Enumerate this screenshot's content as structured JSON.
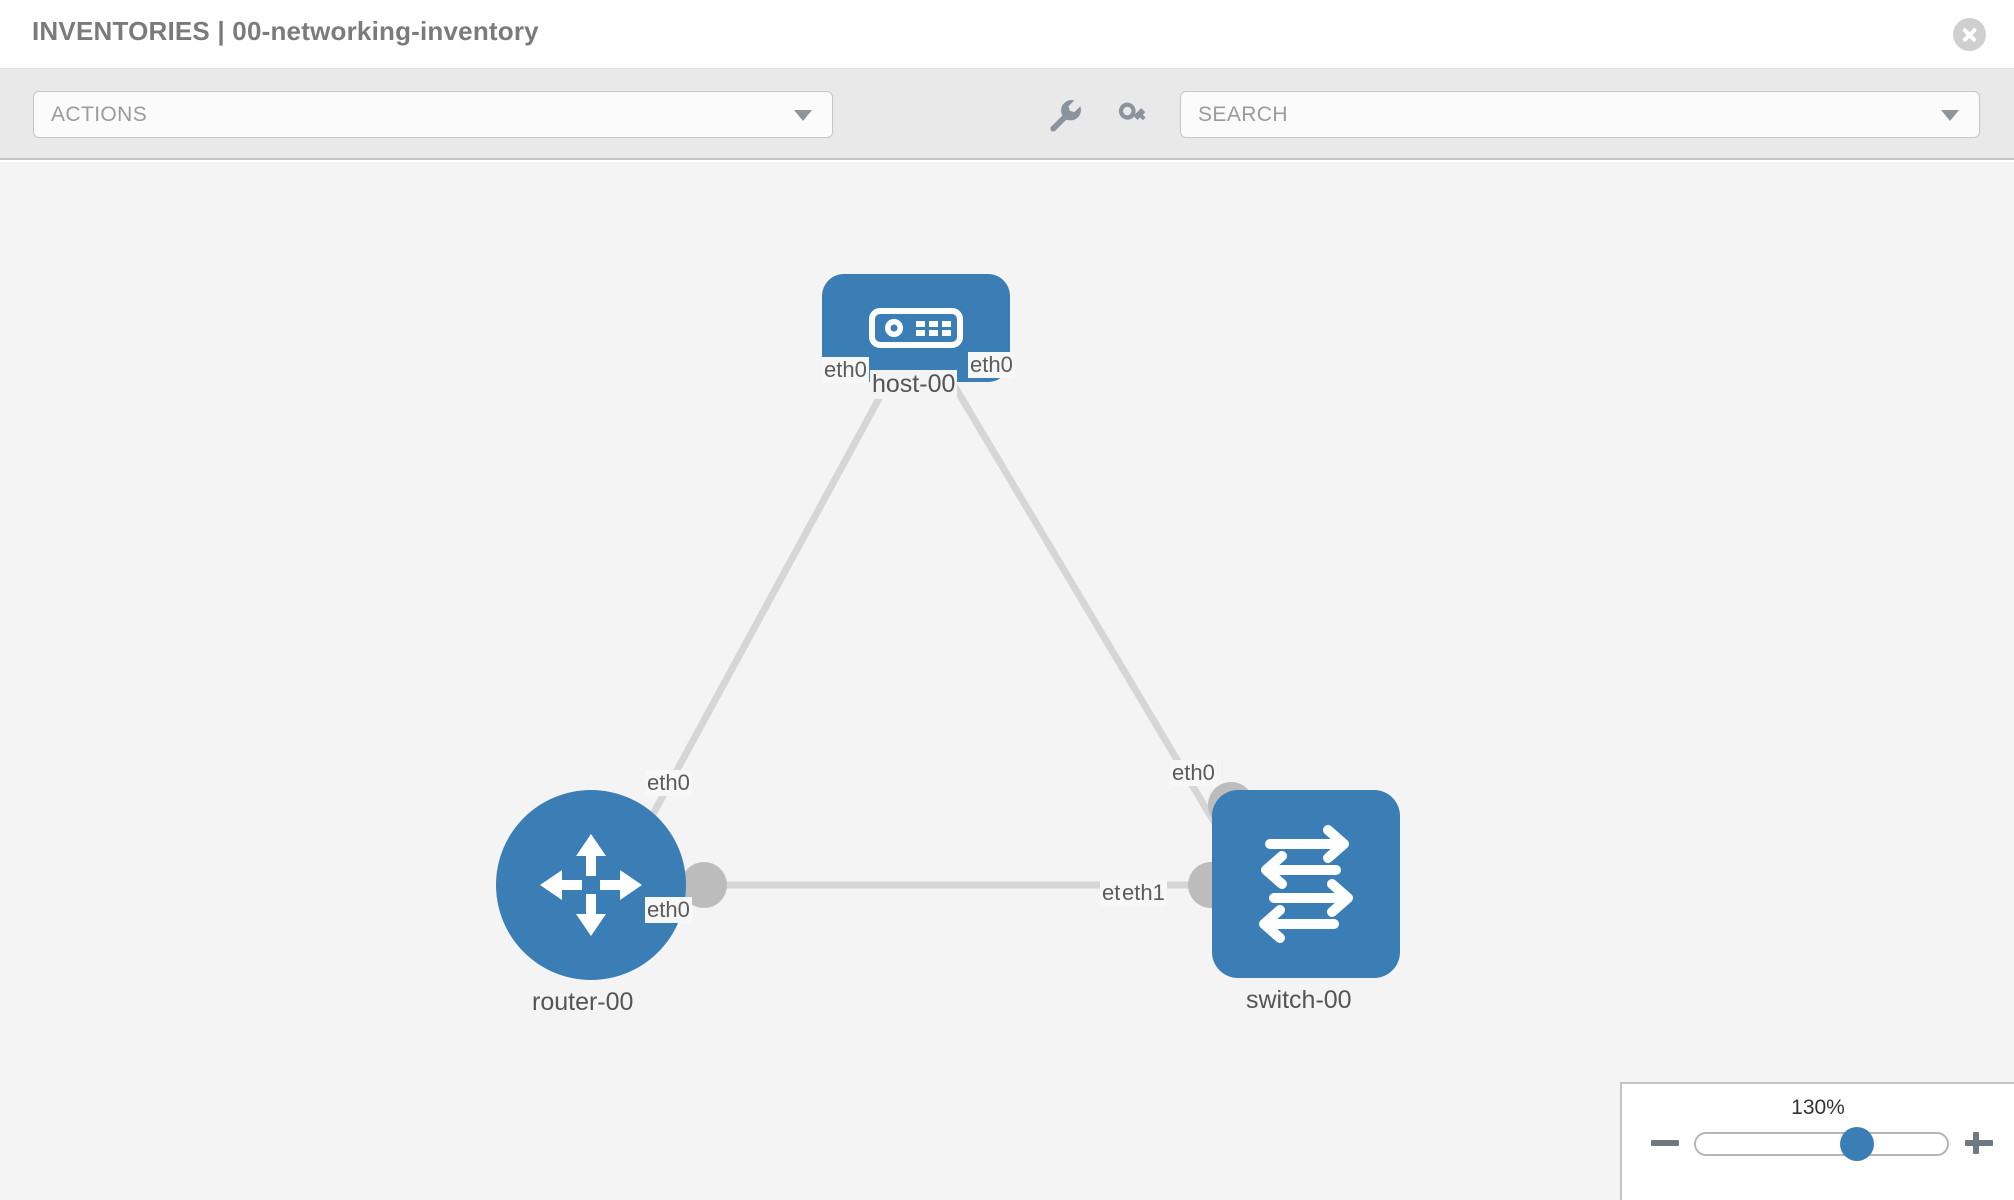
{
  "header": {
    "title": "INVENTORIES | 00-networking-inventory",
    "close_icon": "close-circle-icon"
  },
  "toolbar": {
    "actions_label": "ACTIONS",
    "actions_caret_icon": "chevron-down-icon",
    "wrench_icon": "wrench-icon",
    "key_icon": "key-icon",
    "search_placeholder": "SEARCH",
    "search_caret_icon": "chevron-down-icon"
  },
  "topology": {
    "accent_color": "#3b7db5",
    "port_color": "#bcbcbc",
    "link_color": "#d6d6d6",
    "canvas_color": "#f4f4f4",
    "nodes": [
      {
        "id": "host-00",
        "label": "host-00",
        "type": "host",
        "icon": "server-icon"
      },
      {
        "id": "router-00",
        "label": "router-00",
        "type": "router",
        "icon": "router-arrows-icon"
      },
      {
        "id": "switch-00",
        "label": "switch-00",
        "type": "switch",
        "icon": "switch-arrows-icon"
      }
    ],
    "edge_labels": [
      {
        "id": "host-left",
        "text": "eth0"
      },
      {
        "id": "host-right",
        "text": "eth0"
      },
      {
        "id": "router-up",
        "text": "eth0"
      },
      {
        "id": "switch-up",
        "text": "eth0"
      },
      {
        "id": "router-right",
        "text": "eth0"
      },
      {
        "id": "switch-left-a",
        "text": "eth"
      },
      {
        "id": "switch-left-b",
        "text": "eth1"
      }
    ]
  },
  "zoom": {
    "value": "130%",
    "minus_icon": "minus-icon",
    "plus_icon": "plus-icon"
  }
}
